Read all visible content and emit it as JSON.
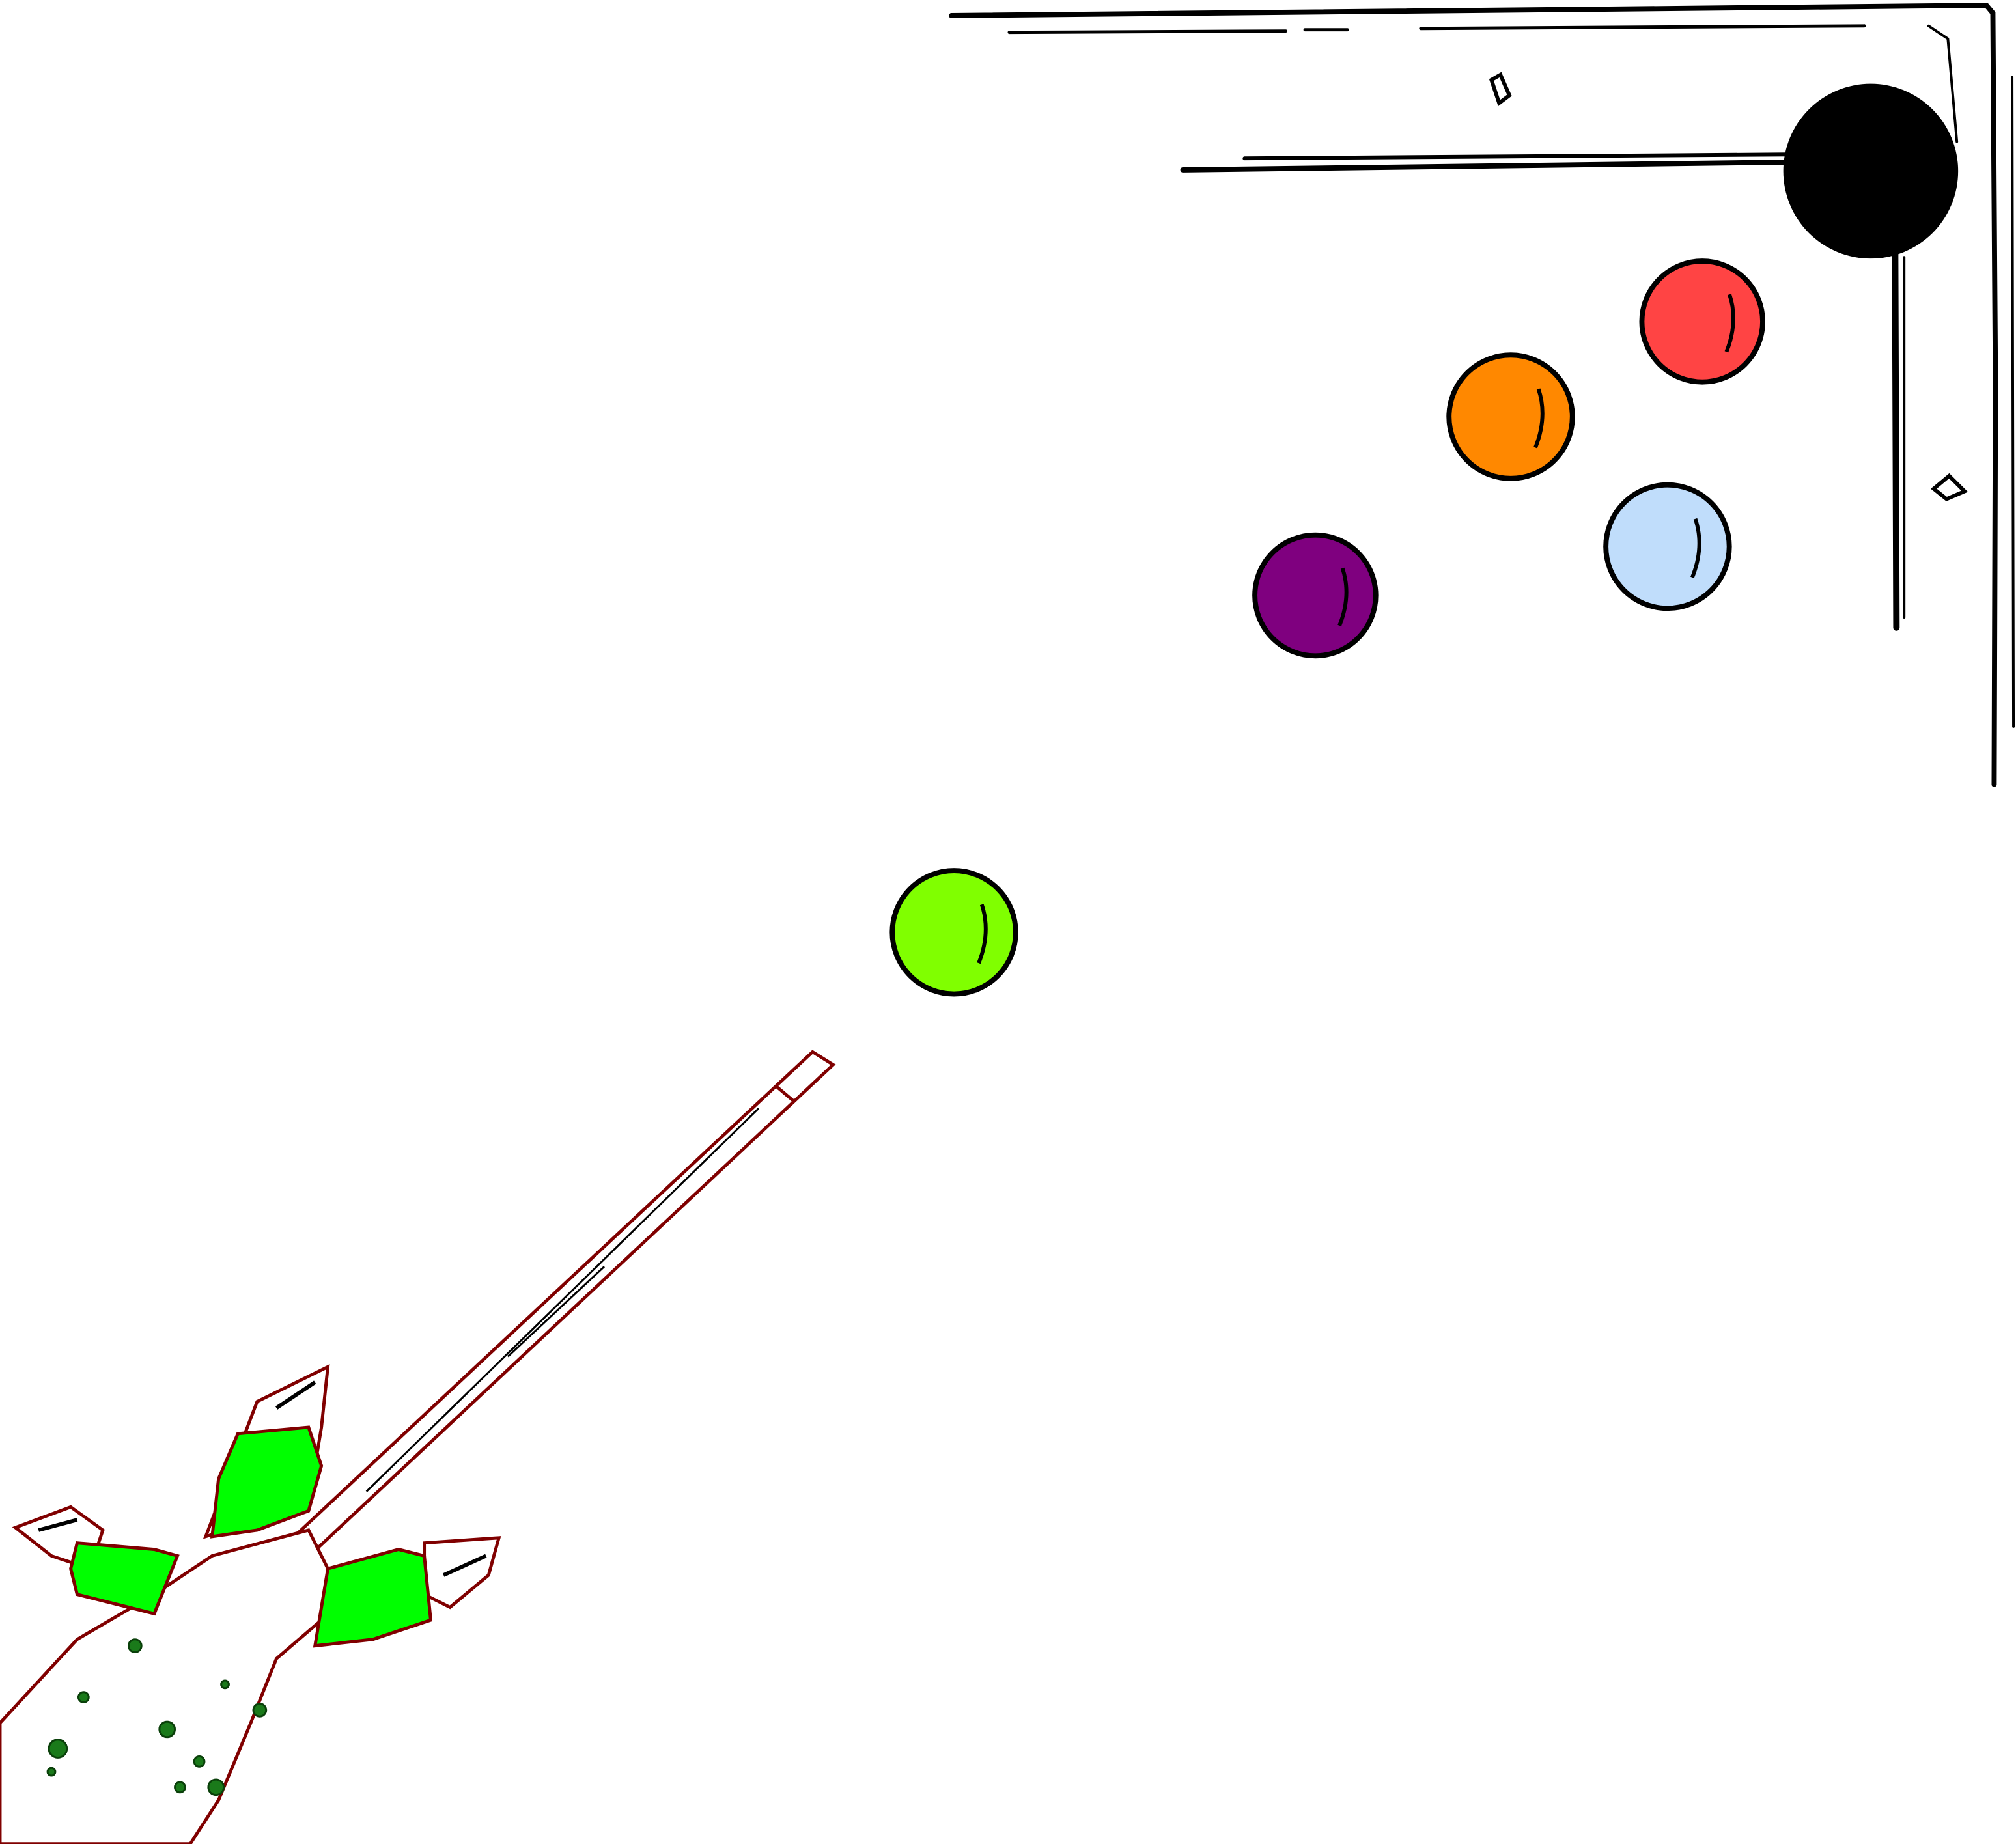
{
  "colors": {
    "background": "#ffffff",
    "outline": "#000000",
    "pocket": "#000000",
    "ball_red": "#ff4444",
    "ball_orange": "#ff8800",
    "ball_lightblue": "#c0ddfb",
    "ball_purple": "#7f007f",
    "ball_green": "#80ff00",
    "wrap_green": "#00ff00",
    "claw_outline": "#800000",
    "spot_green": "#1a7a1a"
  },
  "balls": [
    {
      "name": "red",
      "colorKey": "ball_red"
    },
    {
      "name": "orange",
      "colorKey": "ball_orange"
    },
    {
      "name": "lightblue",
      "colorKey": "ball_lightblue"
    },
    {
      "name": "purple",
      "colorKey": "ball_purple"
    },
    {
      "name": "green",
      "colorKey": "ball_green"
    }
  ]
}
